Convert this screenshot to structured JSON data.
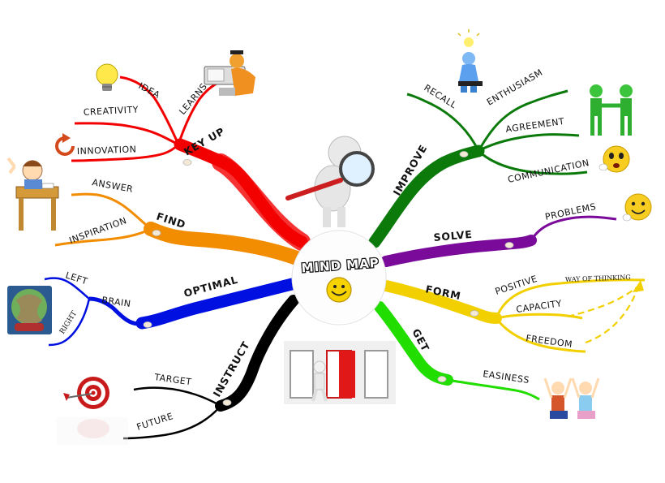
{
  "center": {
    "title": "MIND MAP"
  },
  "branches": {
    "key_up": {
      "label": "KEY UP",
      "color": "#f20000",
      "subs": [
        "IDEA",
        "LEARNS",
        "CREATIVITY",
        "INNOVATION"
      ]
    },
    "find": {
      "label": "FIND",
      "color": "#f28c00",
      "subs": [
        "ANSWER",
        "INSPIRATION"
      ]
    },
    "optimal": {
      "label": "OPTIMAL",
      "color": "#0010e0",
      "subs": [
        "LEFT",
        "BRAIN",
        "RIGHT"
      ]
    },
    "instruct": {
      "label": "INSTRUCT",
      "color": "#000000",
      "subs": [
        "TARGET",
        "FUTURE"
      ]
    },
    "improve": {
      "label": "IMPROVE",
      "color": "#0b7a0b",
      "subs": [
        "RECALL",
        "ENTHUSIASM",
        "AGREEMENT",
        "COMMUNICATION"
      ]
    },
    "solve": {
      "label": "SOLVE",
      "color": "#7a0a9a",
      "subs": [
        "PROBLEMS"
      ]
    },
    "form": {
      "label": "FORM",
      "color": "#f2d000",
      "subs": [
        "POSITIVE",
        "WAY OF THINKING",
        "CAPACITY",
        "FREEDOM"
      ]
    },
    "get": {
      "label": "GET",
      "color": "#22dd00",
      "subs": [
        "EASINESS"
      ]
    }
  },
  "icons": [
    "lightbulb-icon",
    "student-at-computer-icon",
    "refresh-arrow-icon",
    "schoolboy-at-desk-icon",
    "brain-globe-icon",
    "target-icon",
    "magnifier-figure-icon",
    "smiley-icon",
    "thinker-figure-icon",
    "handshake-figures-icon",
    "surprised-smiley-icon",
    "doors-figure-icon",
    "happy-children-icon"
  ]
}
